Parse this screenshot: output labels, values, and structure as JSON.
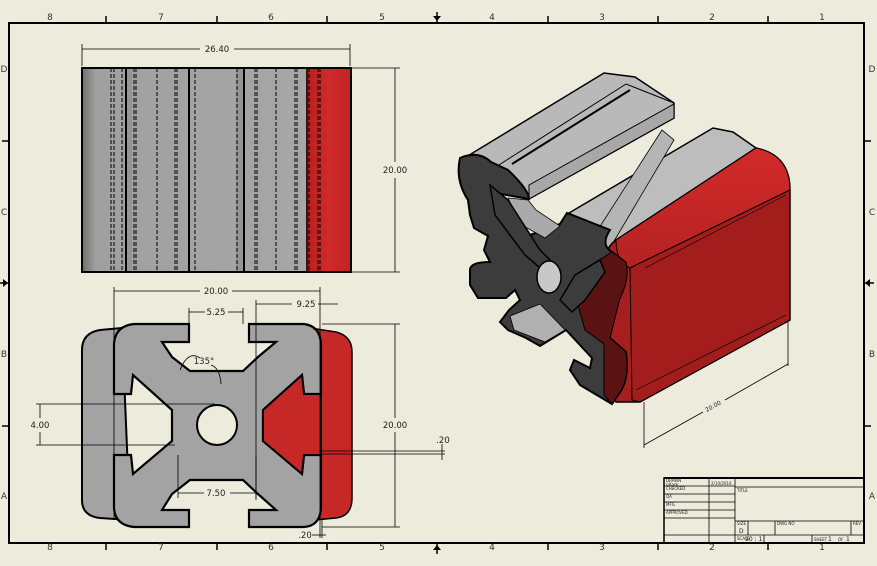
{
  "sheet": {
    "background": "#ecebdc",
    "border_color": "#000000",
    "columns": [
      "8",
      "7",
      "6",
      "5",
      "4",
      "3",
      "2",
      "1"
    ],
    "rows": [
      "D",
      "C",
      "B",
      "A"
    ]
  },
  "colors": {
    "profile_gray": "#a3a3a3",
    "profile_dark": "#3c3c3c",
    "cover_red": "#c62727",
    "cover_dark_red": "#8e1a1a",
    "outline": "#000000"
  },
  "views": {
    "top_view": {
      "width_dim": "26.40",
      "height_dim": "20.00"
    },
    "front_view": {
      "overall_width_dim": "20.00",
      "slot_width_dim": "5.25",
      "offset_dim": "9.25",
      "angle_dim": "135°",
      "core_height_dim": "4.00",
      "bottom_slot_dim": "7.50",
      "height_dim": "20.00",
      "gap_right_dim": ".20",
      "gap_bottom_dim": ".20"
    },
    "iso_view": {
      "length_dim": "20.00"
    }
  },
  "title_block": {
    "drawn_label": "DRAWN",
    "drawn_by": "ollam",
    "date": "2/10/2016",
    "checked_label": "CHECKED",
    "qa_label": "QA",
    "mfg_label": "MFG",
    "approved_label": "APPROVED",
    "title_label": "TITLE",
    "size_label": "SIZE",
    "size_value": "D",
    "dwg_no_label": "DWG NO",
    "rev_label": "REV",
    "scale_label": "SCALE",
    "scale_value": "10 : 1",
    "sheet_label": "SHEET",
    "sheet_value": "1",
    "of_label": "OF",
    "of_value": "1"
  }
}
